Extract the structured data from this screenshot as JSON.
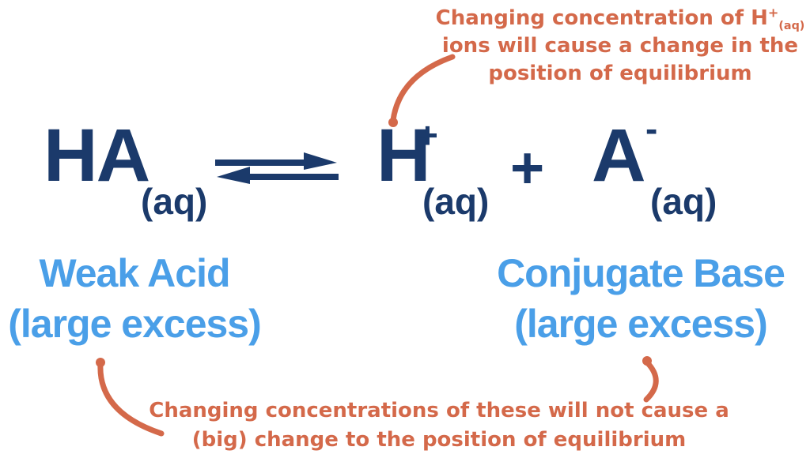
{
  "colors": {
    "navy": "#1b3a6b",
    "blue": "#4a9fe8",
    "orange": "#d4694a"
  },
  "equation": {
    "reactant": {
      "formula": "HA",
      "state": "(aq)"
    },
    "equilibrium_arrow": "reversible-reaction",
    "product1": {
      "formula": "H",
      "charge": "+",
      "state": "(aq)"
    },
    "plus_sign": "+",
    "product2": {
      "formula": "A",
      "charge": "-",
      "state": "(aq)"
    }
  },
  "labels": {
    "weak_acid": {
      "line1": "Weak Acid",
      "line2": "(large excess)"
    },
    "conjugate_base": {
      "line1": "Conjugate Base",
      "line2": "(large excess)"
    }
  },
  "annotations": {
    "top": {
      "line1_prefix": "Changing concentration of H",
      "line1_charge": "+",
      "line1_state": "(aq)",
      "line2": "ions will cause a change in the",
      "line3": "position of equilibrium"
    },
    "bottom": {
      "line1": "Changing concentrations of these will not cause a",
      "line2": "(big) change to the position of equilibrium"
    }
  }
}
